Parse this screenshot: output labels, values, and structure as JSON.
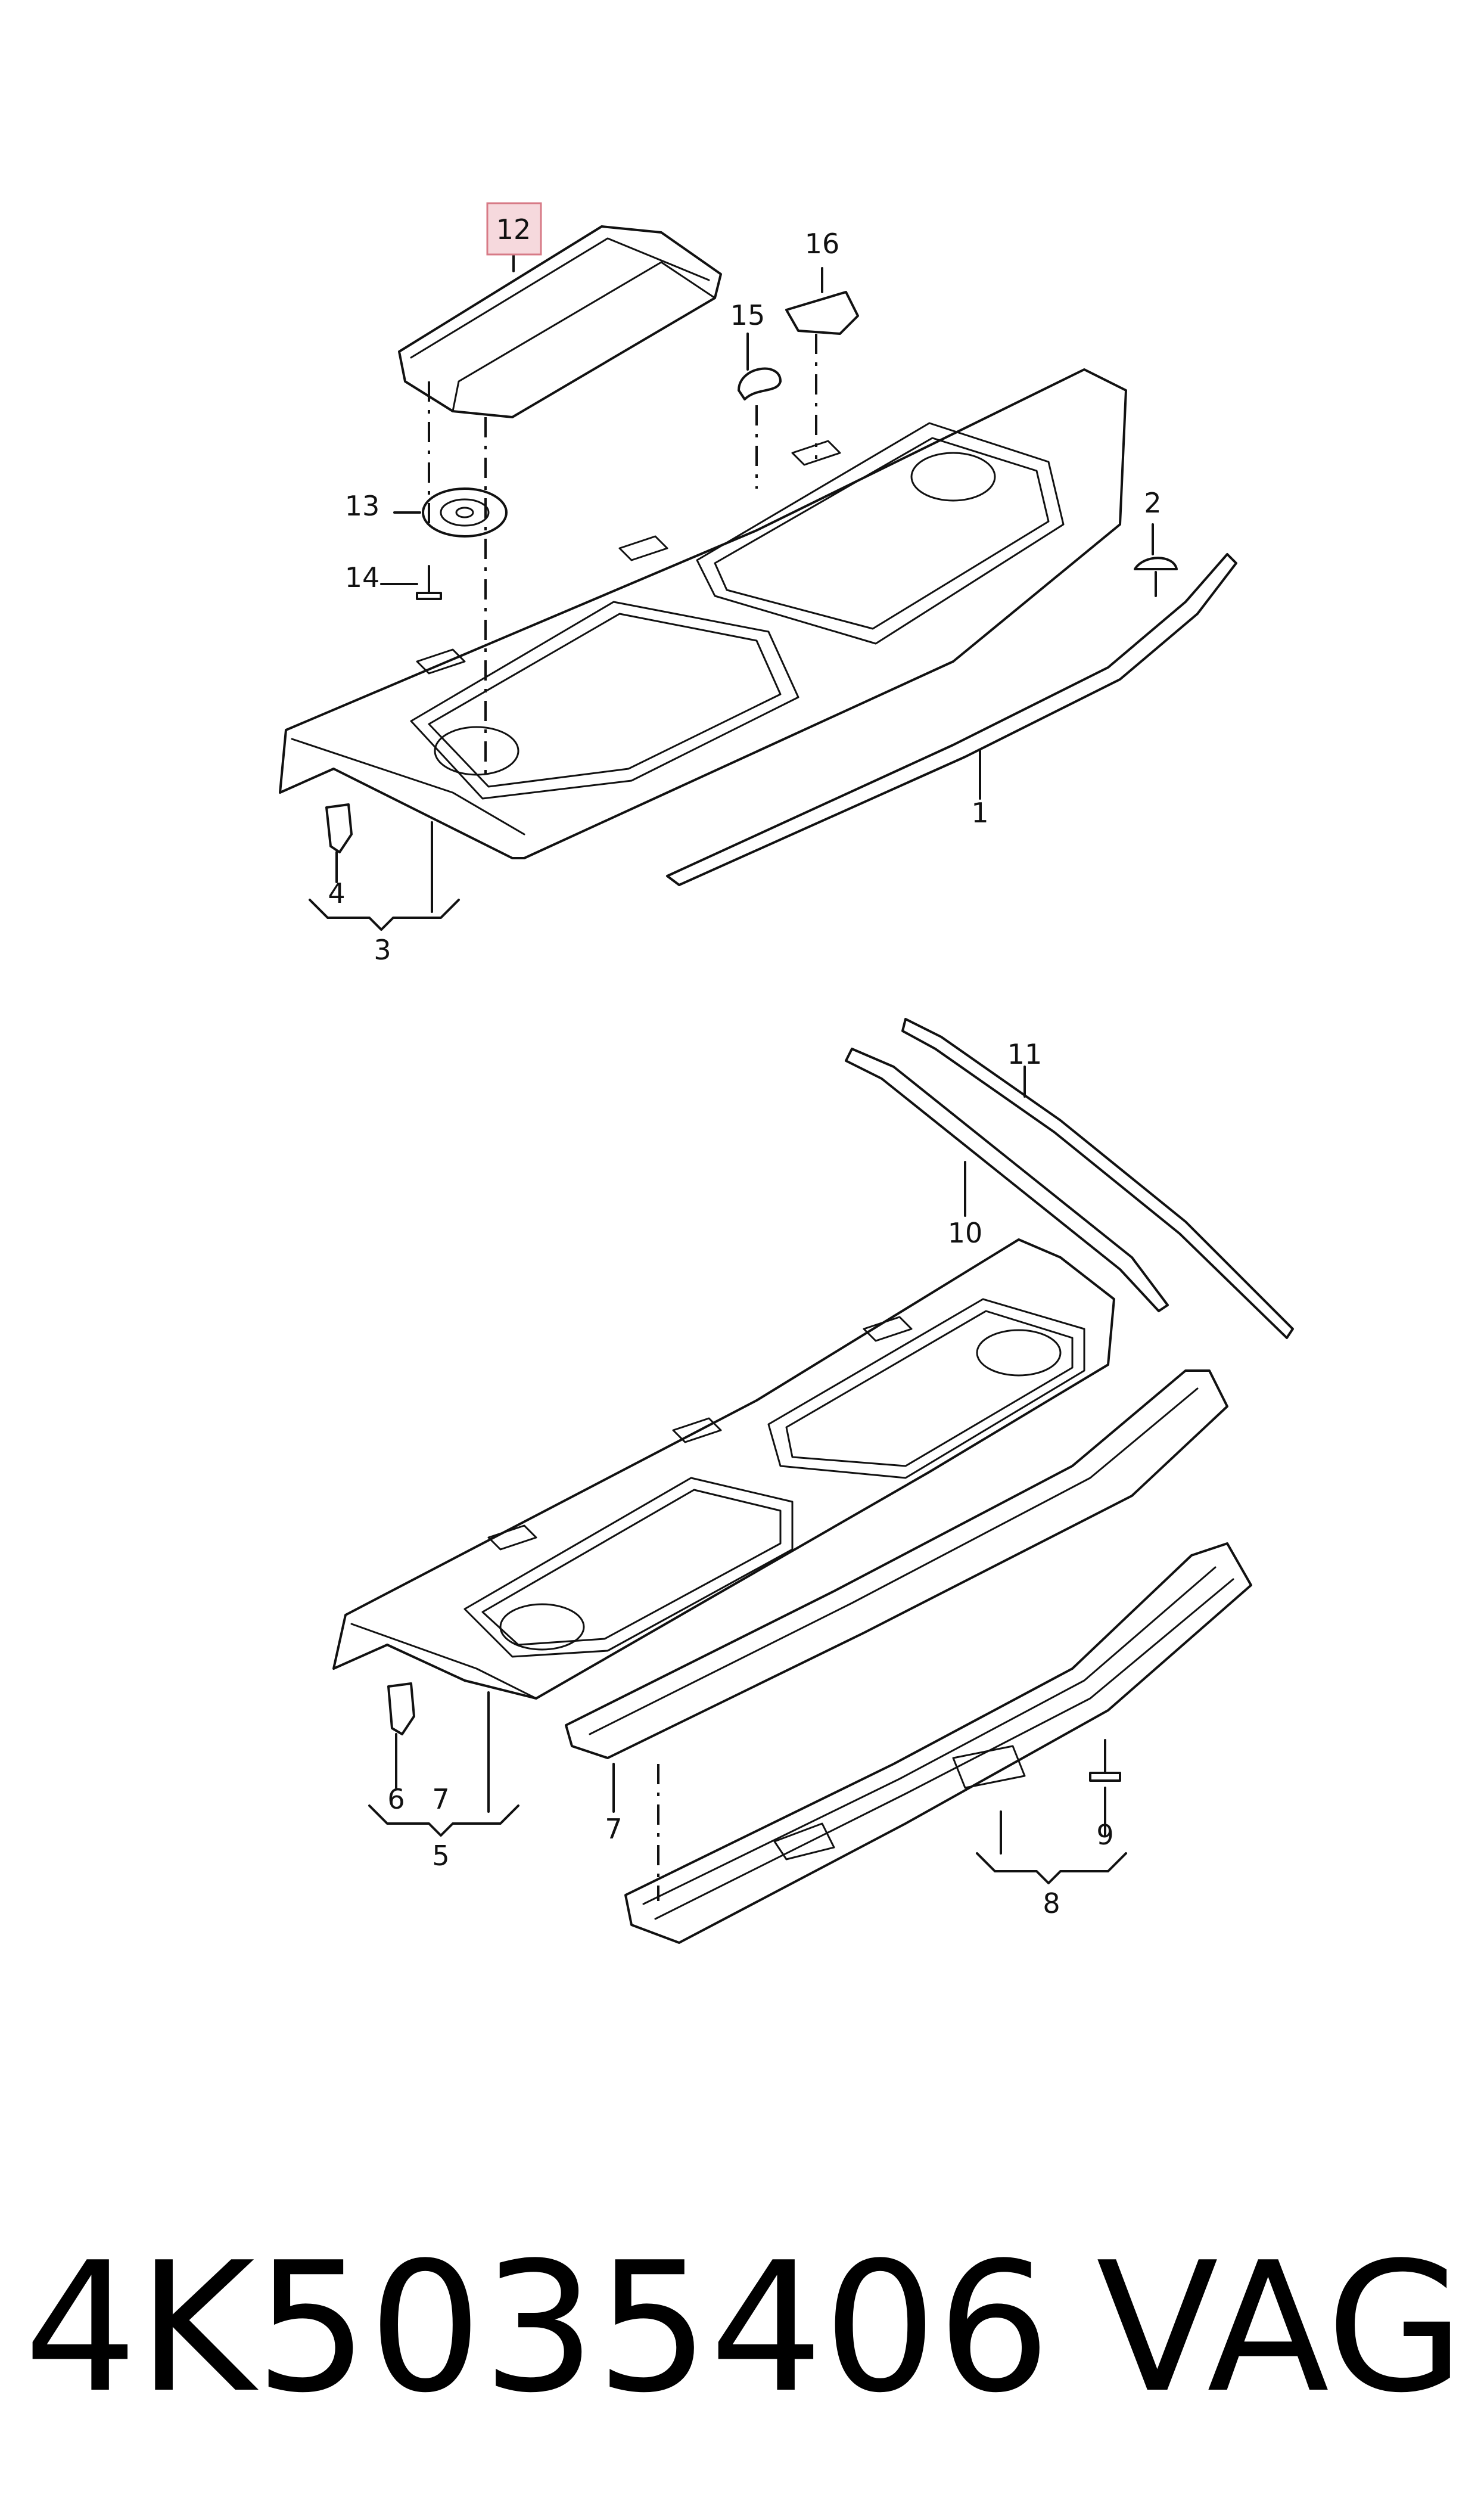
{
  "callouts": {
    "c1": "1",
    "c2": "2",
    "c3": "3",
    "c4": "4",
    "c5": "5",
    "c6": "6",
    "c7a": "7",
    "c7b": "7",
    "c8": "8",
    "c9": "9",
    "c10": "10",
    "c11": "11",
    "c12": "12",
    "c13": "13",
    "c14": "14",
    "c15": "15",
    "c16": "16"
  },
  "highlight": {
    "part": "12",
    "color": "#f6d9dd",
    "border": "#d77a86"
  },
  "footer": {
    "part_number": "4K5035406",
    "brand": "VAG"
  }
}
